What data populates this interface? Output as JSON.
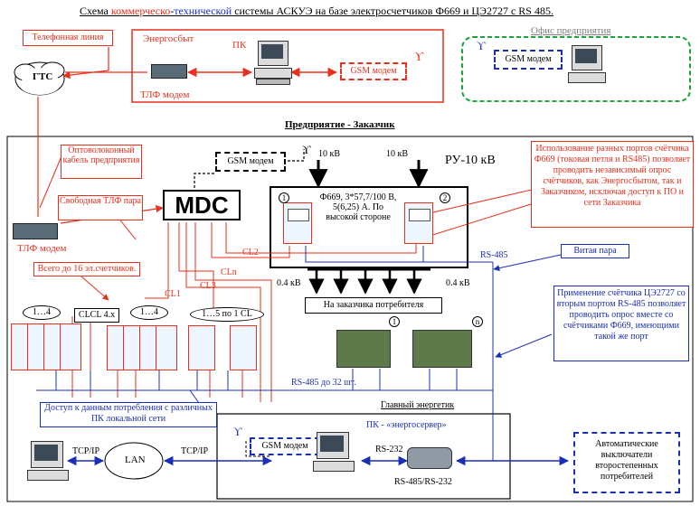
{
  "title": {
    "prefix": "Схема ",
    "commercial": "коммерческо",
    "dash": "-",
    "technical": "технической",
    "suffix": " системы АСКУЭ на базе электросчетчиков Ф669 и ЦЭ2727 с RS 485."
  },
  "top": {
    "phone_line": "Телефонная линия",
    "gts": "ГТС",
    "energosbyt": "Энергосбыт",
    "pc": "ПК",
    "tlf_modem": "ТЛФ модем",
    "gsm_modem": "GSM модем",
    "office": "Офис предприятия",
    "office_gsm": "GSM модем"
  },
  "enterprise": {
    "title": "Предприятие - Заказчик",
    "fiber": "Оптоволоконный кабель предприятия",
    "free_pair": "Свободная ТЛФ пара",
    "tlf_modem": "ТЛФ модем",
    "mdc": "MDC",
    "gsm_modem": "GSM модем",
    "kv_left": "10 кВ",
    "kv_right": "10 кВ",
    "ru": "РУ-10 кВ",
    "meter_desc": "Ф669, 3*57,7/100 В, 5(6,25) А. По высокой стороне",
    "meter1": "1",
    "meter2": "2",
    "ports_note": "Использование разных портов счётчика Ф669 (токовая петля и RS485) позволяет проводить независимый опрос счётчиков, как Энергосбытом, так и Заказчиком, исключая доступ к ПО и сети Заказчика",
    "rs485": "RS-485",
    "twisted_pair": "Витая пара",
    "cl1": "CL1",
    "cl2": "CL2",
    "cl3": "CL3",
    "cln": "CLn",
    "up_to_16": "Всего до 16 эл.счетчиков.",
    "kv04_left": "0.4 кВ",
    "kv04_right": "0.4 кВ",
    "consumer": "На заказчика потребителя",
    "cl_group1": "1…4",
    "clcl": "CLCL 4.x",
    "cl_group2": "1…4",
    "cl_group3": "1…5  по 1 CL",
    "ce_note": "Применение счётчика ЦЭ2727 со вторым портом RS-485 позволяет проводить опрос вместе со счётчиками Ф669, имеющими такой же порт",
    "ce_1": "1",
    "ce_n": "n",
    "rs485_32": "RS-485 до 32 шт.",
    "access_note": "Доступ к данным потребления с различных ПК локальной сети",
    "chief": "Главный энергетик",
    "pc_server": "ПК - «энергосервер»",
    "gsm_bottom": "GSM модем",
    "rs232": "RS-232",
    "rs485_232": "RS-485/RS-232",
    "tcpip_left": "TCP/IP",
    "tcpip_right": "TCP/IP",
    "lan": "LAN",
    "auto_switch": "Автоматические выключатели второстепенных потребителей"
  },
  "colors": {
    "red": "#e8301c",
    "blue": "#1a2fb8",
    "green": "#1aa53a",
    "black": "#000000"
  }
}
